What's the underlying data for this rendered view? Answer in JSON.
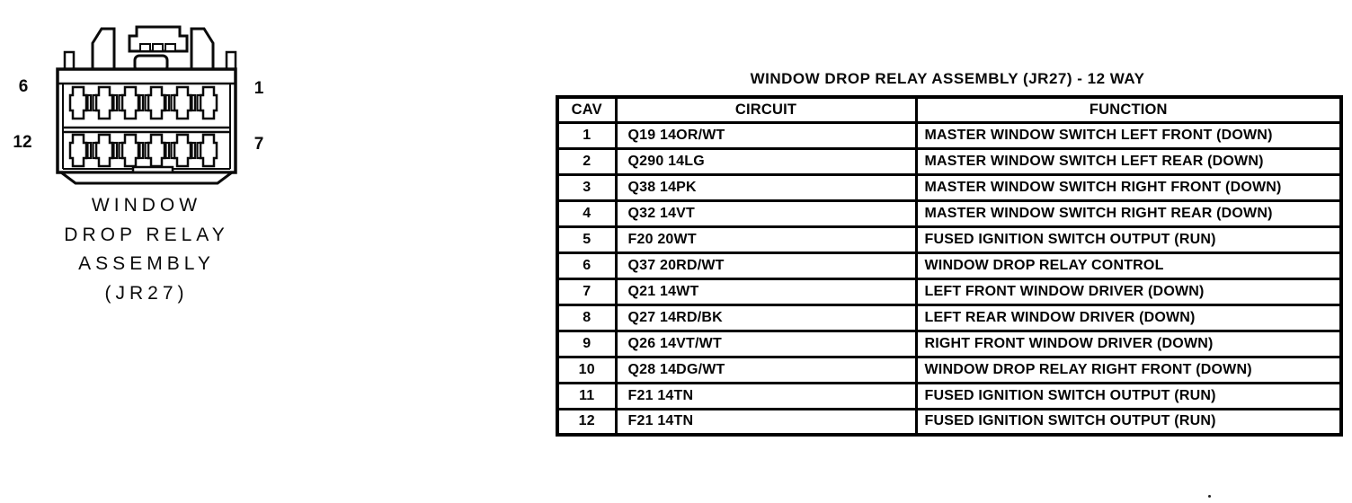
{
  "page": {
    "background": "#ffffff",
    "ink": "#0a0a0a"
  },
  "connector": {
    "drawing": "12-way-connector-front-view",
    "pin_labels": {
      "top_left": "6",
      "top_right": "1",
      "bottom_left": "12",
      "bottom_right": "7"
    },
    "caption_lines": [
      "WINDOW",
      "DROP RELAY",
      "ASSEMBLY",
      "(JR27)"
    ]
  },
  "table": {
    "title": "WINDOW DROP RELAY ASSEMBLY (JR27) - 12 WAY",
    "columns": [
      "CAV",
      "CIRCUIT",
      "FUNCTION"
    ],
    "rows": [
      {
        "cav": "1",
        "circuit": "Q19 14OR/WT",
        "function": "MASTER WINDOW SWITCH LEFT FRONT (DOWN)"
      },
      {
        "cav": "2",
        "circuit": "Q290 14LG",
        "function": "MASTER WINDOW SWITCH LEFT REAR (DOWN)"
      },
      {
        "cav": "3",
        "circuit": "Q38 14PK",
        "function": "MASTER WINDOW SWITCH RIGHT FRONT (DOWN)"
      },
      {
        "cav": "4",
        "circuit": "Q32 14VT",
        "function": "MASTER WINDOW SWITCH RIGHT REAR (DOWN)"
      },
      {
        "cav": "5",
        "circuit": "F20 20WT",
        "function": "FUSED IGNITION SWITCH OUTPUT (RUN)"
      },
      {
        "cav": "6",
        "circuit": "Q37 20RD/WT",
        "function": "WINDOW DROP RELAY CONTROL"
      },
      {
        "cav": "7",
        "circuit": "Q21 14WT",
        "function": "LEFT FRONT WINDOW DRIVER (DOWN)"
      },
      {
        "cav": "8",
        "circuit": "Q27 14RD/BK",
        "function": "LEFT REAR WINDOW DRIVER (DOWN)"
      },
      {
        "cav": "9",
        "circuit": "Q26 14VT/WT",
        "function": "RIGHT FRONT WINDOW DRIVER (DOWN)"
      },
      {
        "cav": "10",
        "circuit": "Q28 14DG/WT",
        "function": "WINDOW DROP RELAY RIGHT FRONT (DOWN)"
      },
      {
        "cav": "11",
        "circuit": "F21 14TN",
        "function": "FUSED IGNITION SWITCH OUTPUT (RUN)"
      },
      {
        "cav": "12",
        "circuit": "F21 14TN",
        "function": "FUSED IGNITION SWITCH OUTPUT (RUN)"
      }
    ]
  }
}
